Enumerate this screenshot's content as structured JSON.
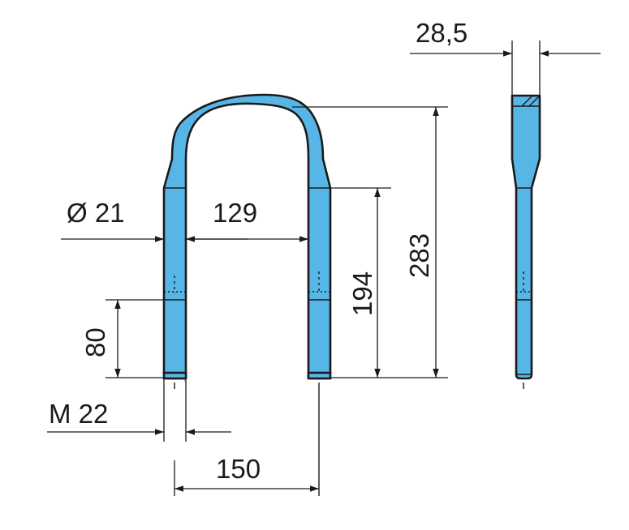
{
  "labels": {
    "thread_width": "28,5",
    "diameter": "Ø 21",
    "inner_width": "129",
    "thread_length": "80",
    "leg_height": "194",
    "total_height": "283",
    "thread_size": "M 22",
    "center_distance": "150"
  },
  "colors": {
    "part_fill": "#57b6e6",
    "outline": "#1a1a1a",
    "background": "#ffffff"
  }
}
